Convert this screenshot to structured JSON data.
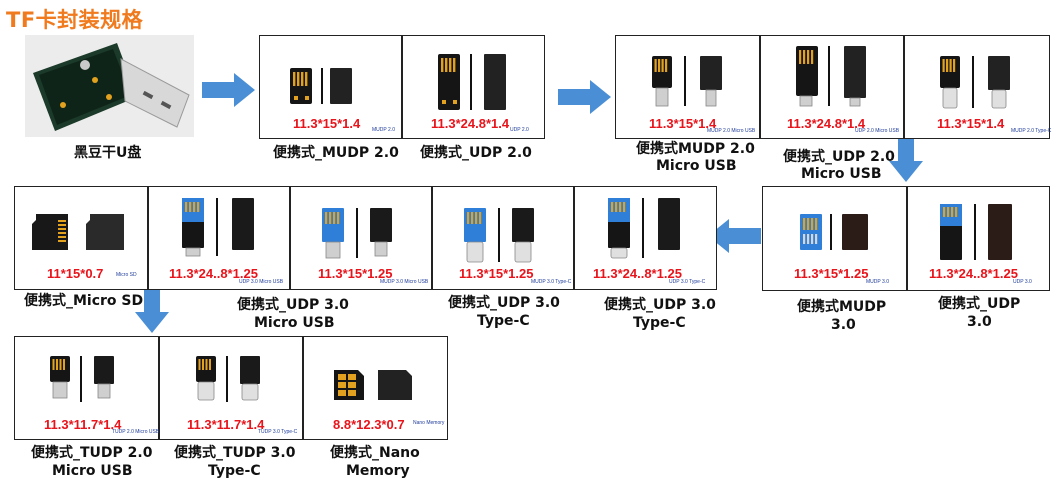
{
  "title": "TF卡封装规格",
  "colors": {
    "accent": "#f07a1e",
    "dimension_text": "#e8141b",
    "arrow": "#4a8fd6",
    "chip": "#151515",
    "contact_gold": "#e2a11e",
    "usb_blue": "#3a8ee8"
  },
  "start_item": {
    "label": "黑豆干U盘"
  },
  "groups": {
    "g1": {
      "label1": "便携式_MUDP 2.0",
      "label2": "便携式_UDP 2.0",
      "panels": [
        {
          "dim": "11.3*15*1.4",
          "tag": "MUDP 2.0"
        },
        {
          "dim": "11.3*24.8*1.4",
          "tag": "UDP 2.0"
        }
      ]
    },
    "g2": {
      "label1_line1": "便携式MUDP 2.0",
      "label1_line2": "Micro USB",
      "label2_line1": "便携式_UDP 2.0",
      "label2_line2": "Micro USB",
      "panels": [
        {
          "dim": "11.3*15*1.4",
          "tag": "MUDP 2.0 Micro USB"
        },
        {
          "dim": "11.3*24.8*1.4",
          "tag": "UDP 2.0 Micro USB"
        },
        {
          "dim": "11.3*15*1.4",
          "tag": "MUDP 2.0 Type-C"
        }
      ]
    },
    "g3": {
      "label1_line1": "便携式MUDP",
      "label1_line2": "3.0",
      "label2_line1": "便携式_UDP",
      "label2_line2": "3.0",
      "panels": [
        {
          "dim": "11.3*15*1.25",
          "tag": "MUDP 3.0"
        },
        {
          "dim": "11.3*24..8*1.25",
          "tag": "UDP 3.0"
        }
      ]
    },
    "g4": {
      "label_microsd": "便携式_Micro SD",
      "label_udp30_mu_line1": "便携式_UDP 3.0",
      "label_udp30_mu_line2": "Micro USB",
      "label_udp30_tc_line1": "便携式_UDP 3.0",
      "label_udp30_tc_line2": "Type-C",
      "label_udp30_tc2_line1": "便携式_UDP 3.0",
      "label_udp30_tc2_line2": "Type-C",
      "panels": [
        {
          "dim": "11*15*0.7",
          "tag": "Micro SD"
        },
        {
          "dim": "11.3*24..8*1.25",
          "tag": "UDP 3.0 Micro USB"
        },
        {
          "dim": "11.3*15*1.25",
          "tag": "MUDP 3.0 Micro USB"
        },
        {
          "dim": "11.3*15*1.25",
          "tag": "MUDP 3.0 Type-C"
        },
        {
          "dim": "11.3*24..8*1.25",
          "tag": "UDP 3.0 Type-C"
        }
      ]
    },
    "g5": {
      "label1_line1": "便携式_TUDP 2.0",
      "label1_line2": "Micro USB",
      "label2_line1": "便携式_TUDP 3.0",
      "label2_line2": "Type-C",
      "label3_line1": "便携式_Nano",
      "label3_line2": "Memory",
      "panels": [
        {
          "dim": "11.3*11.7*1.4",
          "tag": "TUDP 2.0 Micro USB"
        },
        {
          "dim": "11.3*11.7*1.4",
          "tag": "TUDP 3.0 Type-C"
        },
        {
          "dim": "8.8*12.3*0.7",
          "tag": "Nano Memory"
        }
      ]
    }
  }
}
